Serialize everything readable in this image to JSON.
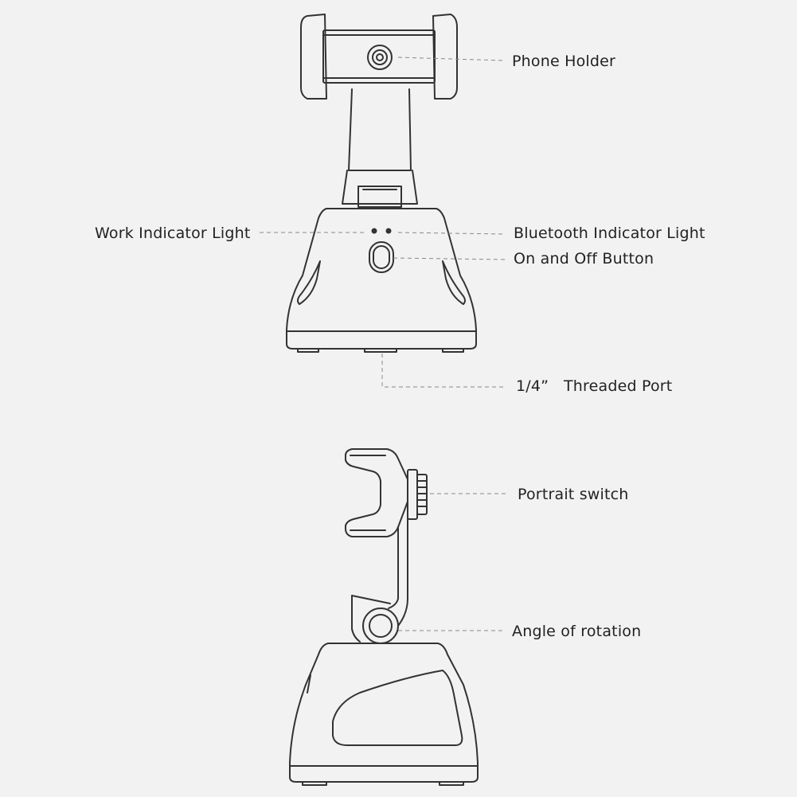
{
  "labels": {
    "phone_holder": "Phone Holder",
    "work_indicator_light": "Work Indicator Light",
    "bluetooth_indicator_light": "Bluetooth Indicator Light",
    "on_off_button": "On and Off Button",
    "threaded_port": "1/4”   Threaded Port",
    "portrait_switch": "Portrait switch",
    "angle_of_rotation": "Angle of rotation"
  },
  "colors": {
    "background": "#f2f2f2",
    "outline": "#333333",
    "leader_line": "#888888",
    "text": "#222222"
  }
}
